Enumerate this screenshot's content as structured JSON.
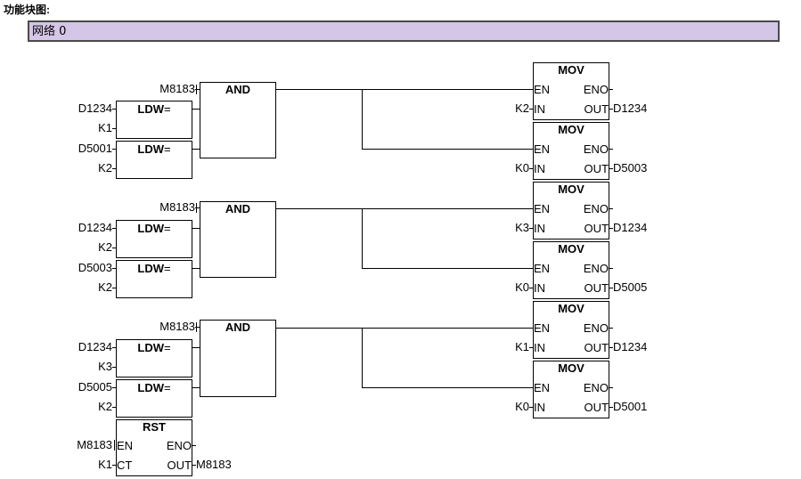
{
  "page": {
    "title": "功能块图:",
    "network_label": "网络 0",
    "network_bar_color": "#d4c6e7",
    "network_border_color": "#7a7a7a"
  },
  "blocks": {
    "and": {
      "title": "AND"
    },
    "ldw": {
      "title_bold": "LDW",
      "title_rest": "="
    },
    "mov": {
      "title": "MOV",
      "pin_en": "EN",
      "pin_eno": "ENO",
      "pin_in": "IN",
      "pin_out": "OUT"
    },
    "rst": {
      "title": "RST",
      "pin_en": "EN",
      "pin_eno": "ENO",
      "pin_ct": "CT",
      "pin_out": "OUT"
    }
  },
  "groups": [
    {
      "edge_signal": "M8183",
      "compare": [
        {
          "operand": "D1234",
          "value": "K1"
        },
        {
          "operand": "D5001",
          "value": "K2"
        }
      ],
      "moves": [
        {
          "in": "K2",
          "out": "D1234"
        },
        {
          "in": "K0",
          "out": "D5003"
        }
      ]
    },
    {
      "edge_signal": "M8183",
      "compare": [
        {
          "operand": "D1234",
          "value": "K2"
        },
        {
          "operand": "D5003",
          "value": "K2"
        }
      ],
      "moves": [
        {
          "in": "K3",
          "out": "D1234"
        },
        {
          "in": "K0",
          "out": "D5005"
        }
      ]
    },
    {
      "edge_signal": "M8183",
      "compare": [
        {
          "operand": "D1234",
          "value": "K3"
        },
        {
          "operand": "D5005",
          "value": "K2"
        }
      ],
      "moves": [
        {
          "in": "K1",
          "out": "D1234"
        },
        {
          "in": "K0",
          "out": "D5001"
        }
      ]
    }
  ],
  "reset": {
    "en_input": "M8183",
    "ct_input": "K1",
    "out_target": "M8183"
  }
}
